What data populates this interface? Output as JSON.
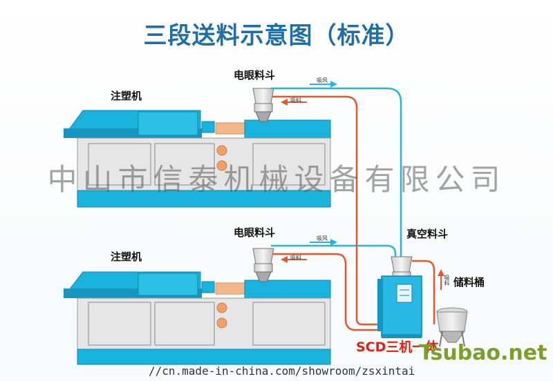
{
  "title": "三段送料示意图（标准）",
  "labels": {
    "machine_top": "注塑机",
    "machine_bottom": "注塑机",
    "hopper_top": "电眼料斗",
    "hopper_bottom": "电眼料斗",
    "vacuum_hopper": "真空料斗",
    "storage_bin": "储料桶",
    "unit_model": "SCD三机一体",
    "air_top": "吸风",
    "feed_top": "吸料",
    "air_bottom": "吸风",
    "feed_bottom": "吸料",
    "feed_right": "吸料"
  },
  "watermark": "中山市信泰机械设备有限公司",
  "url": "//cn.made-in-china.com/showroom/zsxintai",
  "brand": "Tsubao.net",
  "colors": {
    "machine_cyan": "#1ab3dd",
    "machine_body": "#e6e6e6",
    "air_line": "#26b4e6",
    "feed_line": "#e8572a",
    "title": "#1e6fa8",
    "model_text": "#e02010",
    "brand": "#7c9f2a"
  }
}
